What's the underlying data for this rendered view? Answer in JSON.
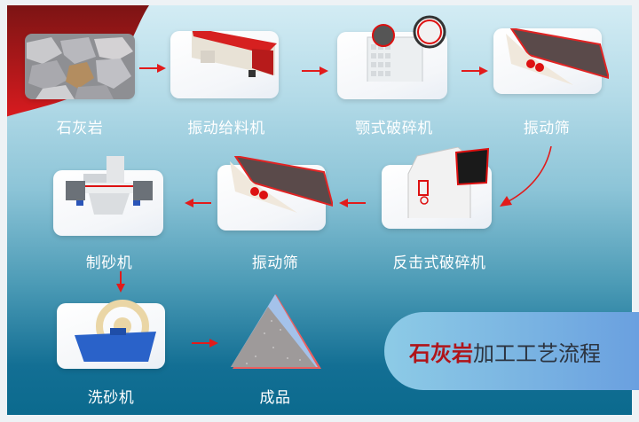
{
  "title": {
    "accent": "石灰岩",
    "rest": "加工工艺流程"
  },
  "steps": [
    {
      "id": 1,
      "label": "石灰岩",
      "image": "limestone-rocks"
    },
    {
      "id": 2,
      "label": "振动给料机",
      "image": "vibrating-feeder"
    },
    {
      "id": 3,
      "label": "颚式破碎机",
      "image": "jaw-crusher"
    },
    {
      "id": 4,
      "label": "振动筛",
      "image": "vibrating-screen"
    },
    {
      "id": 5,
      "label": "反击式破碎机",
      "image": "impact-crusher"
    },
    {
      "id": 6,
      "label": "振动筛",
      "image": "vibrating-screen"
    },
    {
      "id": 7,
      "label": "制砂机",
      "image": "sand-making-machine"
    },
    {
      "id": 8,
      "label": "洗砂机",
      "image": "sand-washing-machine"
    },
    {
      "id": 9,
      "label": "成品",
      "image": "finished-sand-pile"
    }
  ],
  "colors": {
    "accent_red": "#b01419",
    "arrow_red": "#e21b1b",
    "panel_top": "#d3ecf4",
    "panel_bottom": "#0b6a8e"
  }
}
